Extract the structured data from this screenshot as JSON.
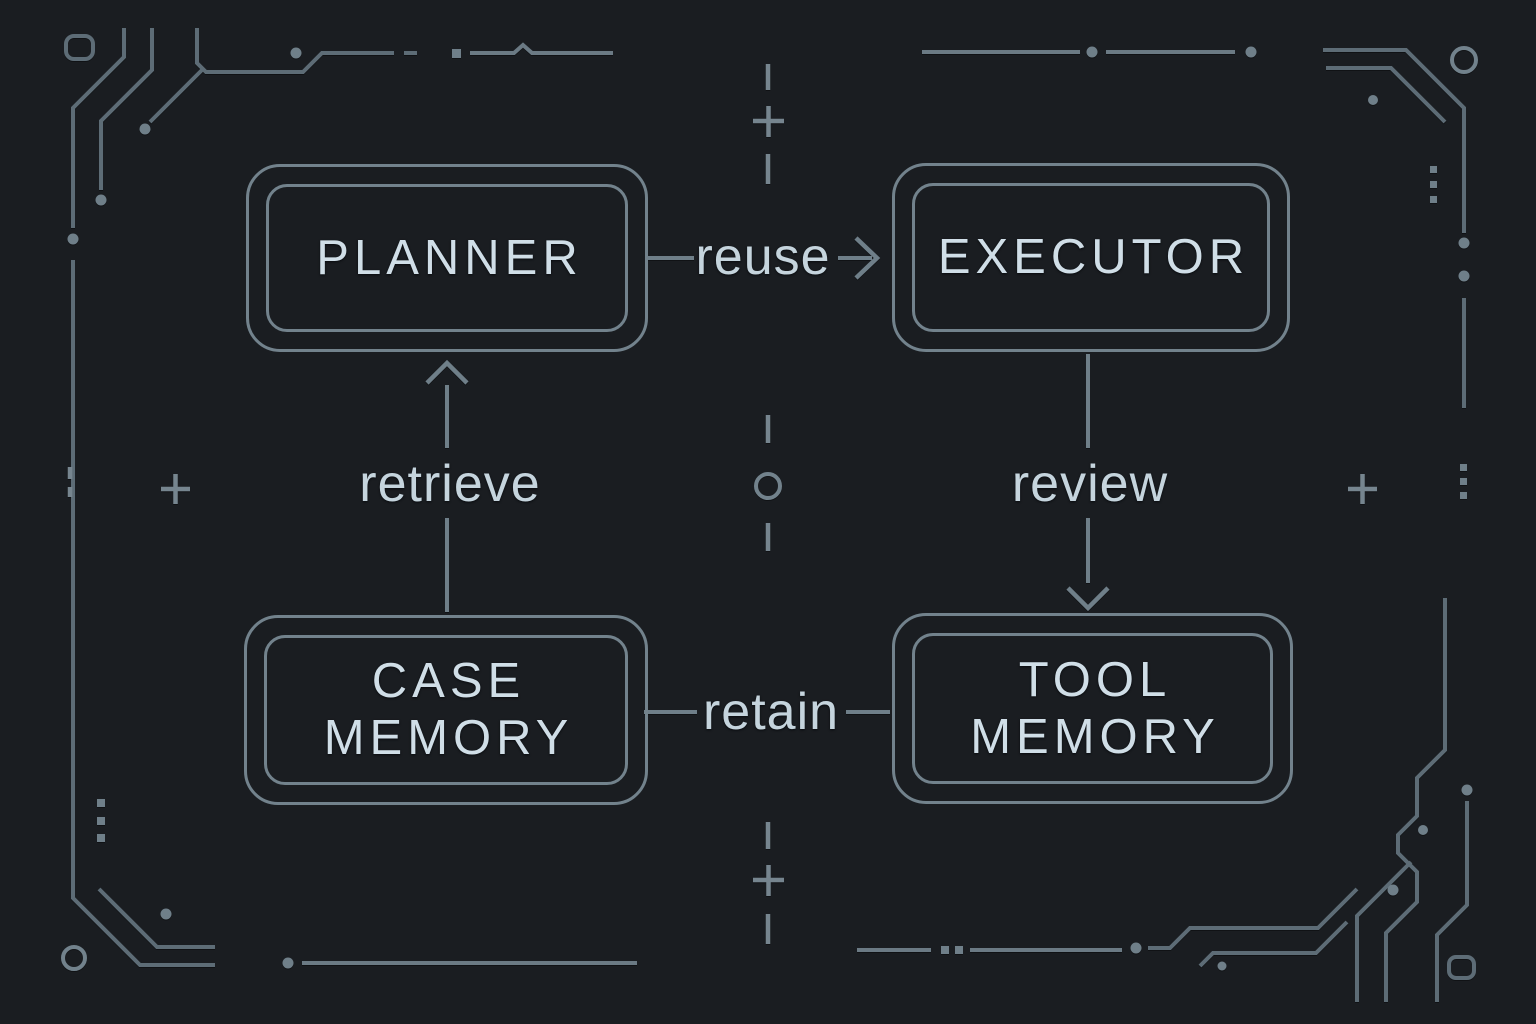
{
  "app": {
    "type": "agent-memory-flow-diagram",
    "theme": "dark-circuit-board"
  },
  "colors": {
    "background": "#1a1d21",
    "box_border": "#72828c",
    "box_label_text": "#d0dee7",
    "edge_line": "#6f7f89",
    "edge_label_text": "#c5d4dd",
    "decor_trace": "#5d6c76",
    "decor_marker": "#76858f"
  },
  "diagram": {
    "nodes": [
      {
        "id": "planner",
        "label": "PLANNER"
      },
      {
        "id": "executor",
        "label": "EXECUTOR"
      },
      {
        "id": "case-memory",
        "label": "CASE\nMEMORY"
      },
      {
        "id": "tool-memory",
        "label": "TOOL\nMEMORY"
      }
    ],
    "edges": [
      {
        "id": "reuse",
        "from": "planner",
        "to": "executor",
        "label": "reuse",
        "direction": "right",
        "arrowhead": true
      },
      {
        "id": "retrieve",
        "from": "case-memory",
        "to": "planner",
        "label": "retrieve",
        "direction": "up",
        "arrowhead": true
      },
      {
        "id": "review",
        "from": "executor",
        "to": "tool-memory",
        "label": "review",
        "direction": "down",
        "arrowhead": true
      },
      {
        "id": "retain",
        "from": "case-memory",
        "to": "tool-memory",
        "label": "retain",
        "direction": "horizontal",
        "arrowhead": false
      }
    ],
    "decor_glyphs": [
      "crosshair-plus-marker",
      "dash-marker",
      "ring-node",
      "dot-node",
      "square-pad",
      "rounded-chip-pad",
      "circuit-trace"
    ]
  }
}
